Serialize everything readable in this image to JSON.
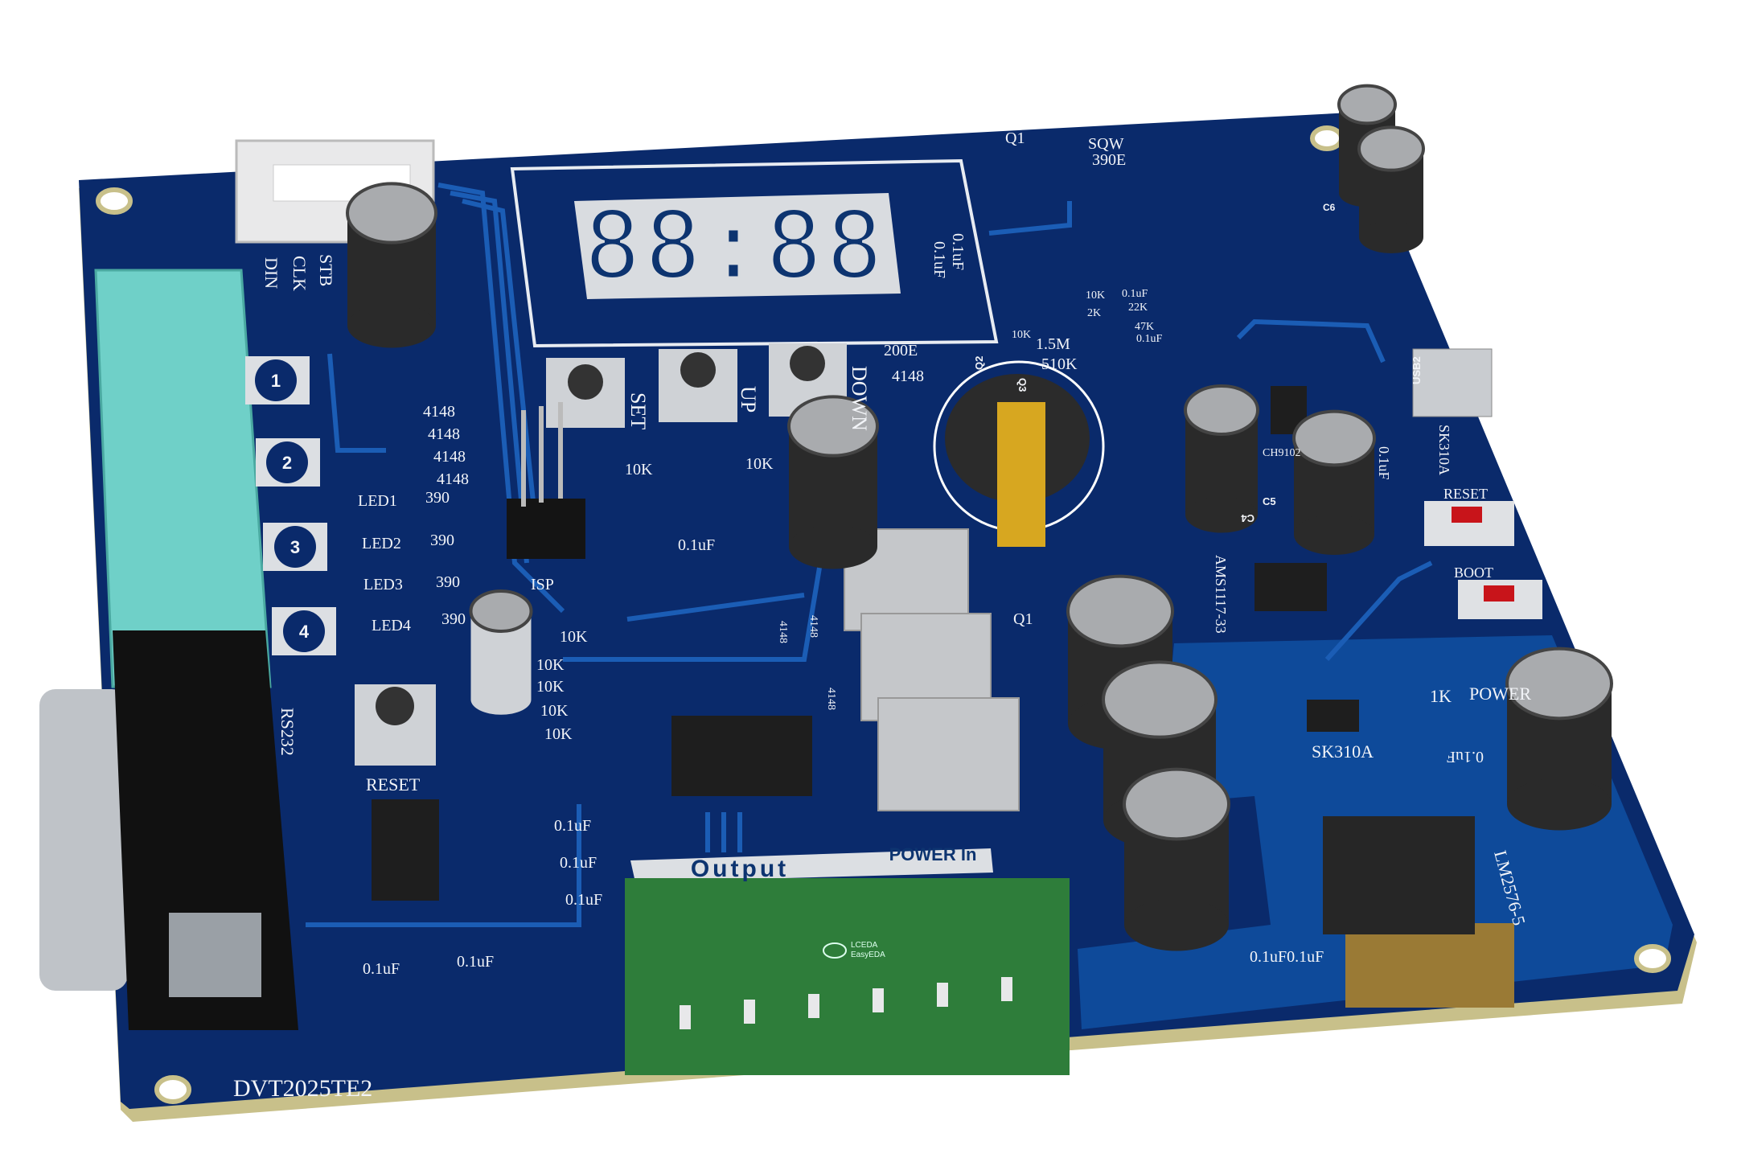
{
  "board": {
    "name": "DVT2025TE2",
    "colors": {
      "pcb": "#0a2a6b",
      "copper_pour": "#0e4a9a",
      "trace": "#1b5db5",
      "silk": "#f2f4f8",
      "pad": "#b88a3a",
      "terminal": "#2e7d3a",
      "header": "#6fd0c8",
      "edge": "#c8c08a"
    }
  },
  "display": {
    "digits": "88:88"
  },
  "connector_labels": {
    "din": "DIN",
    "clk": "CLK",
    "stb": "STB"
  },
  "channels": [
    "1",
    "2",
    "3",
    "4"
  ],
  "diodes_left": [
    "4148",
    "4148",
    "4148",
    "4148"
  ],
  "leds": [
    {
      "label": "LED1",
      "resistor": "390"
    },
    {
      "label": "LED2",
      "resistor": "390"
    },
    {
      "label": "LED3",
      "resistor": "390"
    },
    {
      "label": "LED4",
      "resistor": "390"
    }
  ],
  "buttons": {
    "set": "SET",
    "up": "UP",
    "down": "DOWN",
    "reset": "RESET",
    "reset_right": "RESET",
    "boot": "BOOT"
  },
  "isp": "ISP",
  "rs232": "RS232",
  "resistors_buttons": [
    "10K",
    "10K"
  ],
  "cap_mid": "0.1uF",
  "resistor_column": [
    "10K",
    "10K",
    "10K",
    "10K",
    "10K"
  ],
  "caps_left": [
    "0.1uF",
    "0.1uF",
    "0.1uF"
  ],
  "caps_bottom_left": [
    "0.1uF",
    "0.1uF"
  ],
  "terminal": {
    "output": "Output",
    "power_in": "POWER In",
    "logo_line1": "LCEDA",
    "logo_line2": "EasyEDA"
  },
  "top_area": {
    "q1": "Q1",
    "sqw": "SQW",
    "r390e": "390E",
    "cap1": "0.1uF",
    "cap2": "0.1uF"
  },
  "rtc_area": {
    "r200e": "200E",
    "d4148": "4148",
    "r15m": "1.5M",
    "r510k": "510K",
    "r10k": "10K",
    "q2": "Q2",
    "q3": "Q3"
  },
  "usb_area": {
    "r10k": "10K",
    "r2k": "2K",
    "c01": "0.1uF",
    "r22k": "22K",
    "r47k": "47K",
    "c01b": "0.1uF",
    "ch9102": "CH9102",
    "usb2": "USB2",
    "sk310a": "SK310A",
    "c01c": "0.1uF",
    "c5": "C5",
    "c4": "C4",
    "c6": "C6"
  },
  "regulator": {
    "ams": "AMS1117-33",
    "q1": "Q1",
    "d1": "4148",
    "d2": "4148",
    "d3": "4148"
  },
  "power": {
    "sk310a": "SK310A",
    "r1k": "1K",
    "power": "POWER",
    "c01": "0.1uF",
    "lm": "LM2576-5",
    "caps": "0.1uF0.1uF"
  }
}
